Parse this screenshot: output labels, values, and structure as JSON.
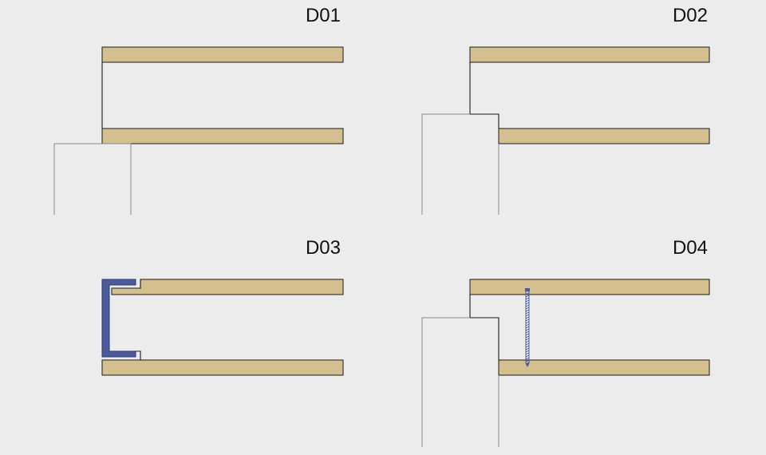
{
  "colors": {
    "background": "#ececec",
    "board_fill": "#d4bf8f",
    "outline": "#1a1a1a",
    "thin_line": "#8a8a8a",
    "profile": "#4b5b9c",
    "screw": "#4b5b9c"
  },
  "details": [
    {
      "id": "d01",
      "label": "D01",
      "variant": "flush-with-block"
    },
    {
      "id": "d02",
      "label": "D02",
      "variant": "stepped-rebate"
    },
    {
      "id": "d03",
      "label": "D03",
      "variant": "channel-profile"
    },
    {
      "id": "d04",
      "label": "D04",
      "variant": "stepped-with-screw"
    }
  ]
}
